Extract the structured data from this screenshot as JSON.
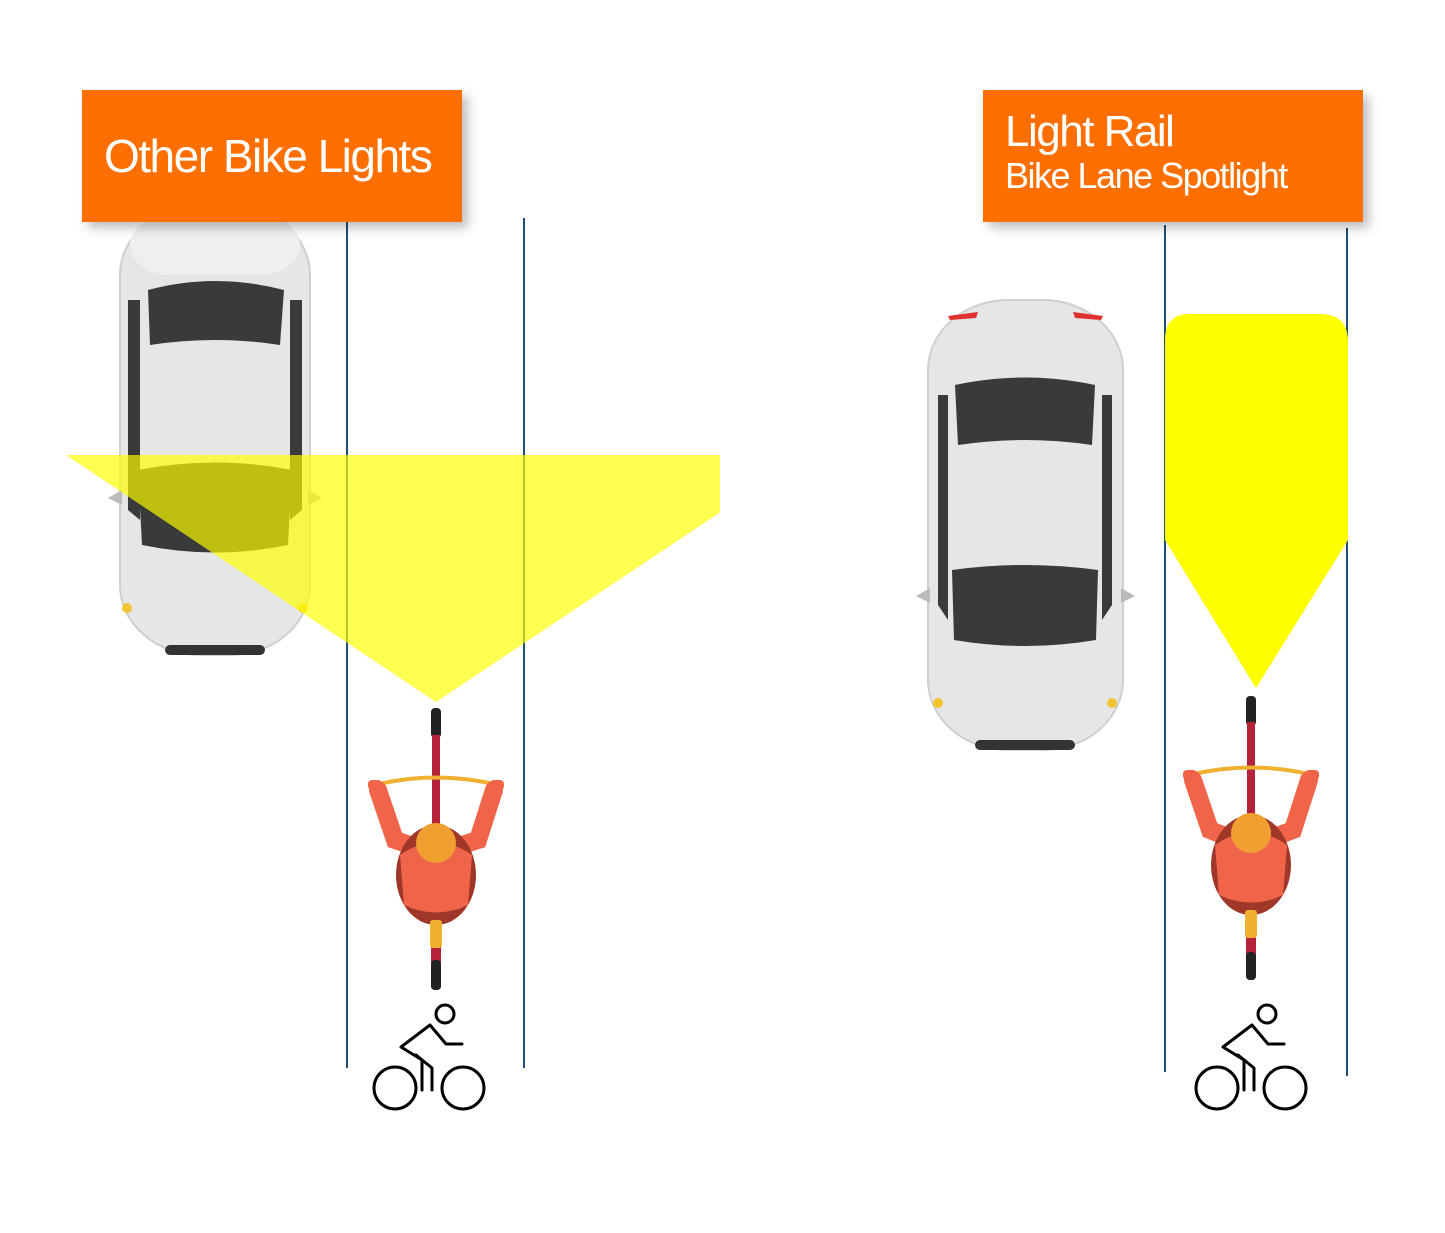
{
  "left_panel": {
    "title": "Other Bike Lights"
  },
  "right_panel": {
    "title_line1": "Light Rail",
    "title_line2": "Bike Lane Spotlight"
  },
  "colors": {
    "label_bg": "#FF6F00",
    "label_text": "#FFFFFF",
    "beam": "#FFFF00",
    "lane_line": "#1F4E79",
    "car_body": "#E6E6E6",
    "car_glass": "#3A3A3A",
    "rider_shirt": "#F0644A",
    "rider_backpack": "#A0382A",
    "rider_hair": "#F0A030",
    "bike_frame": "#B5223A"
  },
  "icons": [
    "car-icon",
    "cyclist-icon",
    "bicycle-sign-icon"
  ]
}
